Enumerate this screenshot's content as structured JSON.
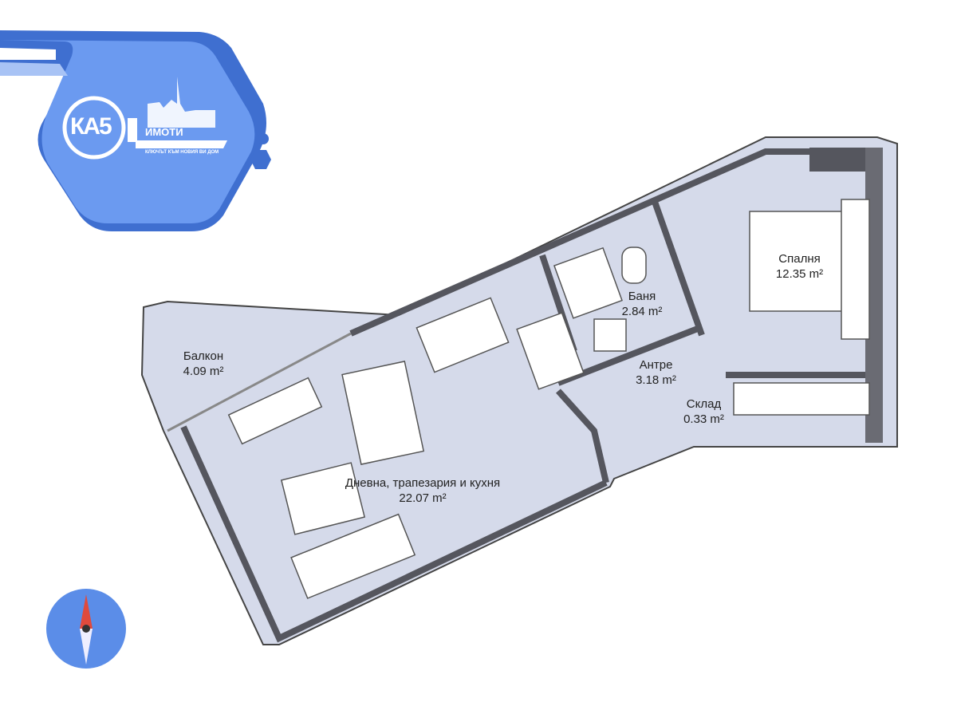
{
  "logo": {
    "mark": "КА5",
    "name": "ИМОТИ",
    "tagline": "КЛЮЧЪТ КЪМ НОВИЯ ВИ ДОМ",
    "brand_color": "#5b8de8"
  },
  "rooms": [
    {
      "name": "Балкон",
      "area": "4.09 m²"
    },
    {
      "name": "Дневна, трапезария и кухня",
      "area": "22.07 m²"
    },
    {
      "name": "Баня",
      "area": "2.84 m²"
    },
    {
      "name": "Антре",
      "area": "3.18 m²"
    },
    {
      "name": "Склад",
      "area": "0.33 m²"
    },
    {
      "name": "Спалня",
      "area": "12.35 m²"
    }
  ],
  "colors": {
    "floor": "#d5daea",
    "wall": "#55565e",
    "compass": "#5b8de8",
    "needle": "#e04a3c"
  }
}
